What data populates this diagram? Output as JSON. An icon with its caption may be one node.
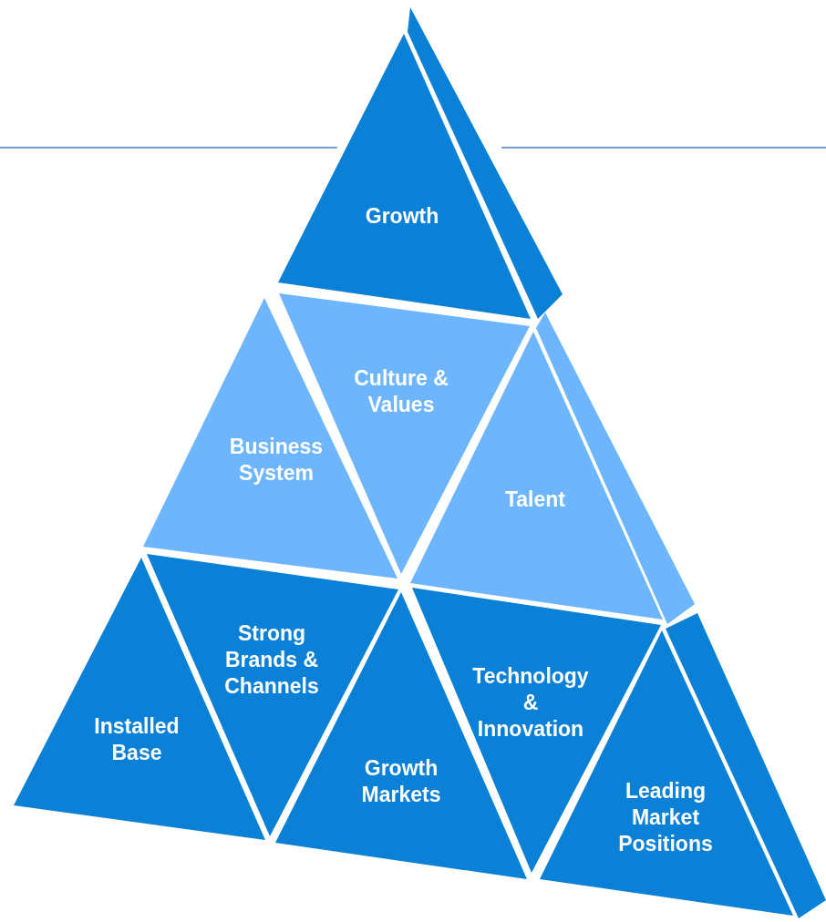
{
  "diagram": {
    "nodes": [
      {
        "text": [
          "Growth"
        ]
      },
      {
        "text": [
          "Business System"
        ]
      },
      {
        "text": [
          "Culture & Values"
        ]
      },
      {
        "text": [
          "Talent"
        ]
      },
      {
        "text": [
          "Installed Base"
        ]
      },
      {
        "text": [
          "Strong Brands & Channels"
        ]
      },
      {
        "text": [
          "Growth Markets"
        ]
      },
      {
        "text": [
          "Technology & Innovation"
        ]
      },
      {
        "text": [
          "Leading Market Positions"
        ]
      }
    ]
  }
}
